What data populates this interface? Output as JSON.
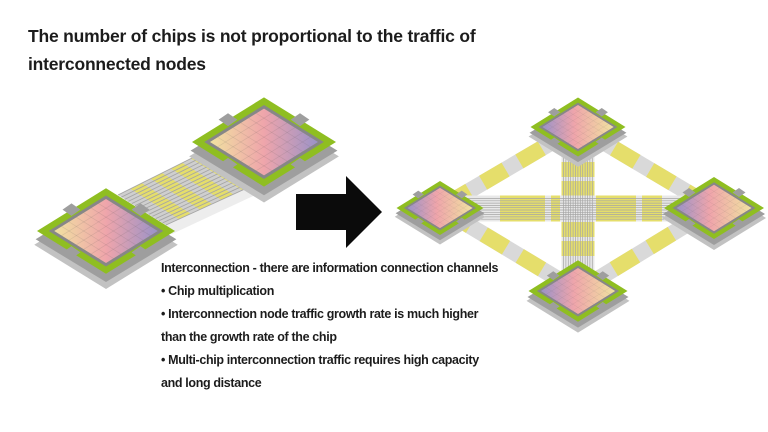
{
  "title": {
    "lines": [
      "The number of chips is not proportional to the traffic of",
      "interconnected nodes"
    ]
  },
  "notes": {
    "lines": [
      "Interconnection - there are information connection channels",
      "• Chip multiplication",
      "• Interconnection node traffic growth rate is much higher",
      "than the growth rate of the chip",
      "• Multi-chip interconnection traffic requires high capacity",
      "and long distance"
    ]
  },
  "diagram": {
    "left_chip_pair": {
      "chips": 2,
      "links": 1
    },
    "right_mesh": {
      "chips": 4,
      "links": 6
    },
    "colors": {
      "chip_green": "#8fbe21",
      "frame_gray": "#878787",
      "substrate_gray": "#9e9e9e",
      "substrate_light": "#c2c2c2",
      "die_purple": "#9a92c8",
      "die_pink": "#efa5ab",
      "die_yellow": "#f0e2a0",
      "link_yellow": "#e5de6b",
      "link_gray": "#d9d9d9",
      "ribbon_base": "#e8e8e8",
      "ribbon_ledge": "#ededed",
      "ribbon_gray": "#cfcfcf",
      "wire_gray": "#a5a5a5",
      "arrow_black": "#0b0b0b",
      "text_black": "#1c1c1c"
    }
  }
}
